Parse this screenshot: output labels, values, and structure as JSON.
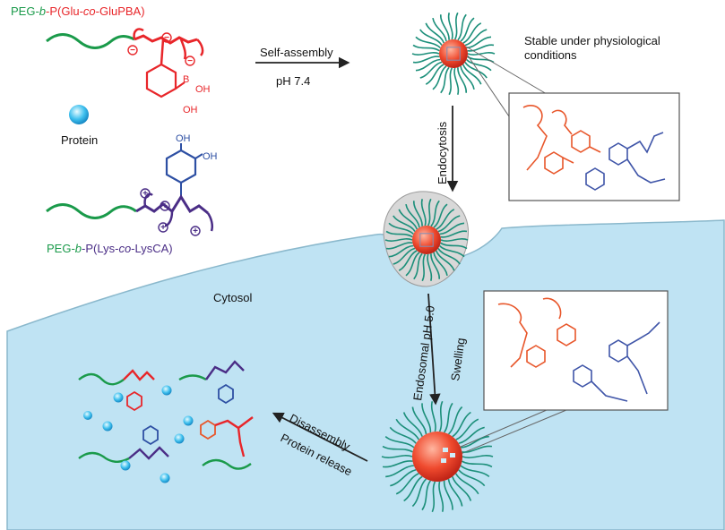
{
  "polymer_top": {
    "peg": "PEG-",
    "b": "b",
    "mid": "-P(Glu-",
    "co": "co",
    "end": "-GluPBA)"
  },
  "polymer_bottom": {
    "peg": "PEG-",
    "b": "b",
    "mid": "-P(Lys-",
    "co": "co",
    "end": "-LysCA)"
  },
  "protein_label": "Protein",
  "chem_labels": {
    "boron": "B",
    "oh": "OH",
    "minus": "−",
    "plus": "+"
  },
  "steps": {
    "self_assembly": "Self-assembly",
    "ph74": "pH 7.4",
    "stable_line1": "Stable under physiological",
    "stable_line2": "conditions",
    "endocytosis": "Endocytosis",
    "cytosol": "Cytosol",
    "endosomal": "Endosomal pH 5.0",
    "swelling": "Swelling",
    "disassembly": "Disassembly",
    "protein_release": "Protein release"
  },
  "colors": {
    "peg_green": "#1a9a4a",
    "glu_red": "#e8262a",
    "lys_purple": "#4a2d86",
    "pba_blue": "#2d4fa3",
    "protein_cyan": "#22aee6",
    "cytosol_fill": "#bfe3f3",
    "arrow": "#222222"
  }
}
